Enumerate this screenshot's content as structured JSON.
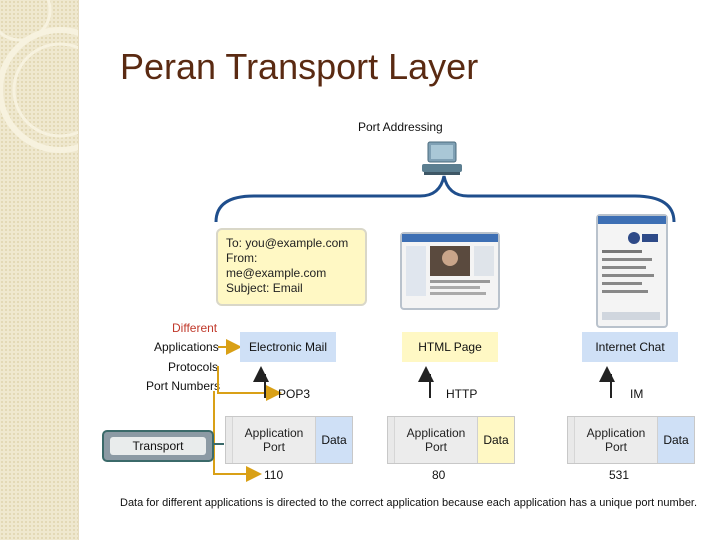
{
  "slide": {
    "title": "Peran Transport Layer",
    "caption": "Data for different applications is directed to the correct application because each application has a unique port number."
  },
  "diagram": {
    "header": "Port Addressing",
    "email": {
      "to": "To: you@example.com",
      "from": "From: me@example.com",
      "subject": "Subject: Email"
    },
    "legend": {
      "different": "Different",
      "applications": "Applications",
      "protocols": "Protocols",
      "port_numbers": "Port Numbers"
    },
    "apps": [
      {
        "label": "Electronic Mail",
        "protocol": "POP3",
        "port": "110",
        "color": "#cfe0f6"
      },
      {
        "label": "HTML Page",
        "protocol": "HTTP",
        "port": "80",
        "color": "#fff8c4"
      },
      {
        "label": "Internet Chat",
        "protocol": "IM",
        "port": "531",
        "color": "#cfe0f6"
      }
    ],
    "segment": {
      "port_label": "Application Port",
      "port_line1": "Application",
      "port_line2": "Port",
      "data_label": "Data"
    },
    "transport_label": "Transport",
    "colors": {
      "accent_red": "#c0392b",
      "arrow_orange": "#d9a016",
      "brace_blue": "#1f4e8c",
      "title_brown": "#5a2a12"
    }
  }
}
